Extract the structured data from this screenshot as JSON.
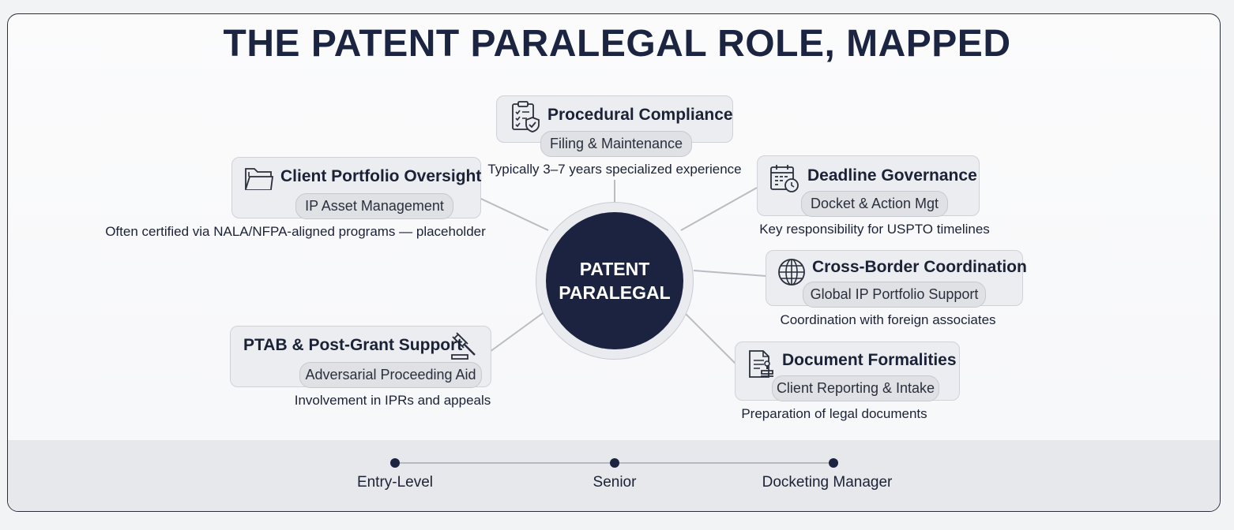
{
  "title": "THE PATENT PARALEGAL ROLE, MAPPED",
  "hub": {
    "line1": "PATENT",
    "line2": "PARALEGAL"
  },
  "nodes": {
    "procedural": {
      "title": "Procedural Compliance",
      "tag": "Filing & Maintenance",
      "note": "Typically 3–7 years specialized experience",
      "icon": "checklist-shield-icon"
    },
    "client": {
      "title": "Client Portfolio Oversight",
      "tag": "IP Asset Management",
      "note": "Often certified via NALA/NFPA-aligned programs — placeholder",
      "icon": "folder-icon"
    },
    "deadline": {
      "title": "Deadline Governance",
      "tag": "Docket & Action Mgt",
      "note": "Key responsibility for USPTO timelines",
      "icon": "calendar-clock-icon"
    },
    "crossborder": {
      "title": "Cross-Border Coordination",
      "tag": "Global IP Portfolio Support",
      "note": "Coordination with foreign associates",
      "icon": "globe-icon"
    },
    "ptab": {
      "title": "PTAB & Post-Grant Support",
      "tag": "Adversarial Proceeding Aid",
      "note": "Involvement in IPRs and appeals",
      "icon": "gavel-icon"
    },
    "documents": {
      "title": "Document Formalities",
      "tag": "Client Reporting & Intake",
      "note": "Preparation of legal documents",
      "icon": "document-stamp-icon"
    }
  },
  "career": {
    "levels": [
      "Entry-Level",
      "Senior",
      "Docketing Manager"
    ]
  },
  "colors": {
    "navy": "#1c2340",
    "card": "#ebedf0",
    "line": "#b9bcc3"
  }
}
